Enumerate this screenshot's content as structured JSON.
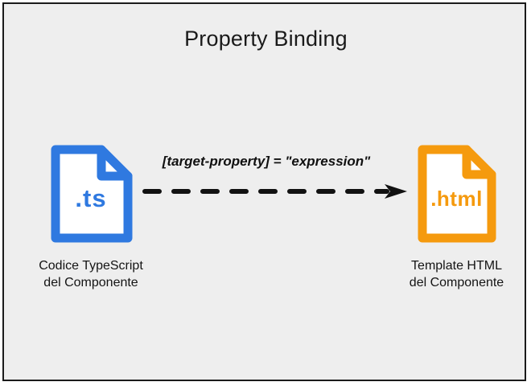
{
  "diagram": {
    "title": "Property Binding",
    "background_color": "#eeeeee",
    "border_color": "#1b1b1b",
    "nodes": [
      {
        "id": "typescript",
        "extension": ".ts",
        "color": "#2f79e0",
        "caption_line1": "Codice TypeScript",
        "caption_line2": "del Componente"
      },
      {
        "id": "html",
        "extension": ".html",
        "color": "#f59a0e",
        "caption_line1": "Template HTML",
        "caption_line2": "del Componente"
      }
    ],
    "connector": {
      "label": "[target-property] = \"expression\"",
      "style": "dashed-arrow",
      "color": "#111111",
      "direction": "left-to-right"
    }
  }
}
